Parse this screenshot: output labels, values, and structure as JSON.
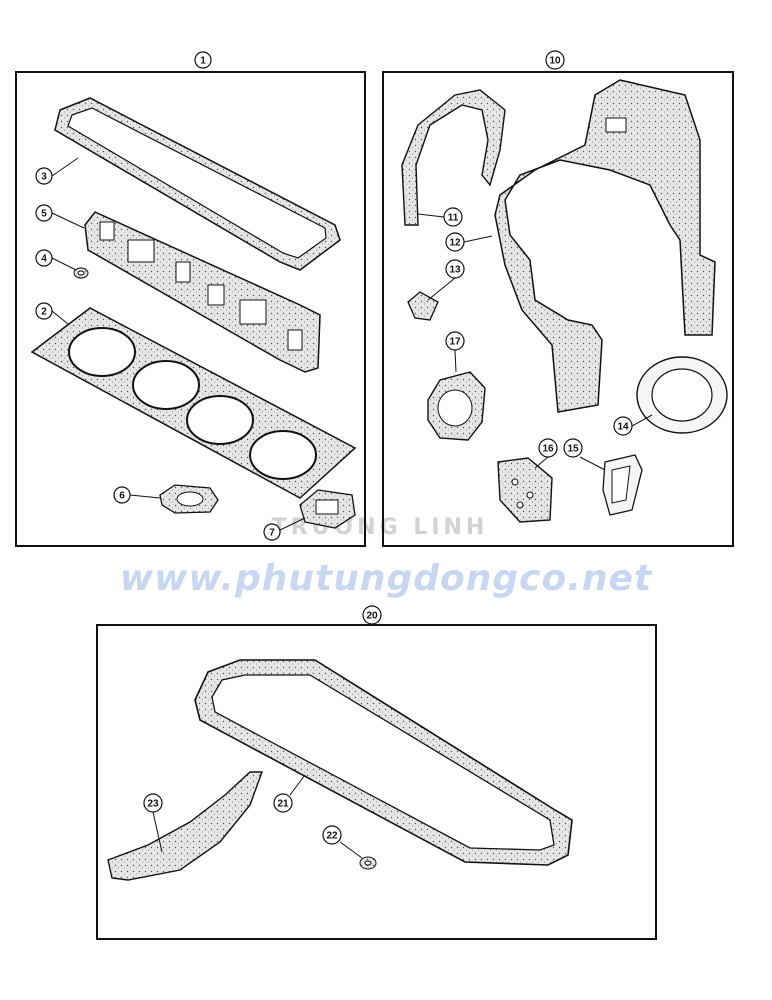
{
  "watermark": {
    "url": "www.phutungdongco.net",
    "brand": "TRƯỜNG LINH"
  },
  "group_labels": {
    "left": "1",
    "right": "10",
    "bottom": "20"
  },
  "callouts": {
    "c2": "2",
    "c3": "3",
    "c4": "4",
    "c5": "5",
    "c6": "6",
    "c7": "7",
    "c11": "11",
    "c12": "12",
    "c13": "13",
    "c14": "14",
    "c15": "15",
    "c16": "16",
    "c17": "17",
    "c21": "21",
    "c22": "22",
    "c23": "23"
  },
  "colors": {
    "line": "#111111",
    "cork": "#e9e9e9",
    "watermark": "#c9d6f2"
  }
}
